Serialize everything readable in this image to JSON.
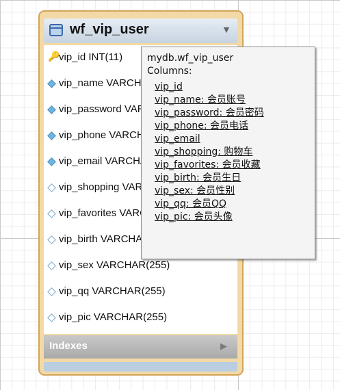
{
  "table": {
    "title": "wf_vip_user",
    "collapse_glyph": "▼",
    "columns": [
      {
        "label": "vip_id INT(11)",
        "kind": "primary-key"
      },
      {
        "label": "vip_name VARCHAR(255)",
        "kind": "not-null"
      },
      {
        "label": "vip_password VARCHAR(255)",
        "kind": "not-null"
      },
      {
        "label": "vip_phone VARCHAR(255)",
        "kind": "not-null"
      },
      {
        "label": "vip_email VARCHAR(255)",
        "kind": "not-null"
      },
      {
        "label": "vip_shopping VARCHAR(255)",
        "kind": "nullable"
      },
      {
        "label": "vip_favorites VARCHAR(255)",
        "kind": "nullable"
      },
      {
        "label": "vip_birth VARCHAR(255)",
        "kind": "nullable"
      },
      {
        "label": "vip_sex VARCHAR(255)",
        "kind": "nullable"
      },
      {
        "label": "vip_qq VARCHAR(255)",
        "kind": "nullable"
      },
      {
        "label": "vip_pic VARCHAR(255)",
        "kind": "nullable"
      }
    ],
    "indexes_label": "Indexes",
    "indexes_arrow": "▶",
    "colors": {
      "border": "#d2a45a",
      "frame": "#f3d9a6",
      "header": "#c7d3e0",
      "indexes": "#a9a9a9",
      "footer": "#b9cee0"
    }
  },
  "tooltip": {
    "lines": [
      "mydb.wf_vip_user",
      "Columns:",
      "vip_id",
      "vip_name: 会员账号",
      "vip_password: 会员密码",
      "vip_phone: 会员电话",
      "vip_email",
      "vip_shopping: 购物车",
      "vip_favorites: 会员收藏",
      "vip_birth: 会员生日",
      "vip_sex: 会员性别",
      "vip_qq: 会员QQ",
      "vip_pic: 会员头像"
    ]
  }
}
